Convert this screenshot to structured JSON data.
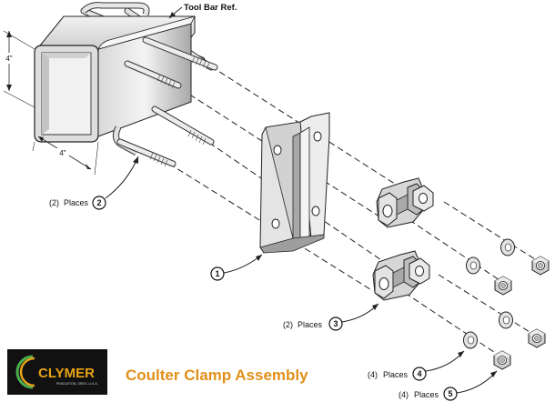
{
  "title": "Coulter Clamp Assembly",
  "tool_bar_ref": "Tool Bar Ref.",
  "dimensions": {
    "height": "4\"",
    "width": "4\""
  },
  "callouts": [
    {
      "qty": "(2)",
      "word": "Places",
      "number": "2"
    },
    {
      "qty": "",
      "word": "",
      "number": "1"
    },
    {
      "qty": "(2)",
      "word": "Places",
      "number": "3"
    },
    {
      "qty": "(4)",
      "word": "Places",
      "number": "4"
    },
    {
      "qty": "(4)",
      "word": "Places",
      "number": "5"
    }
  ],
  "logo": {
    "name": "CLYMER",
    "tagline": "PENDLETON, OREG. U.S.A.",
    "colors": {
      "bg": "#111111",
      "ring": "#e8a317",
      "swoosh": "#4caf50"
    }
  },
  "colors": {
    "title": "#e0901a",
    "metal_light": "#e9e9e9",
    "metal_mid": "#c9c9c9",
    "metal_dark": "#9a9a9a"
  }
}
